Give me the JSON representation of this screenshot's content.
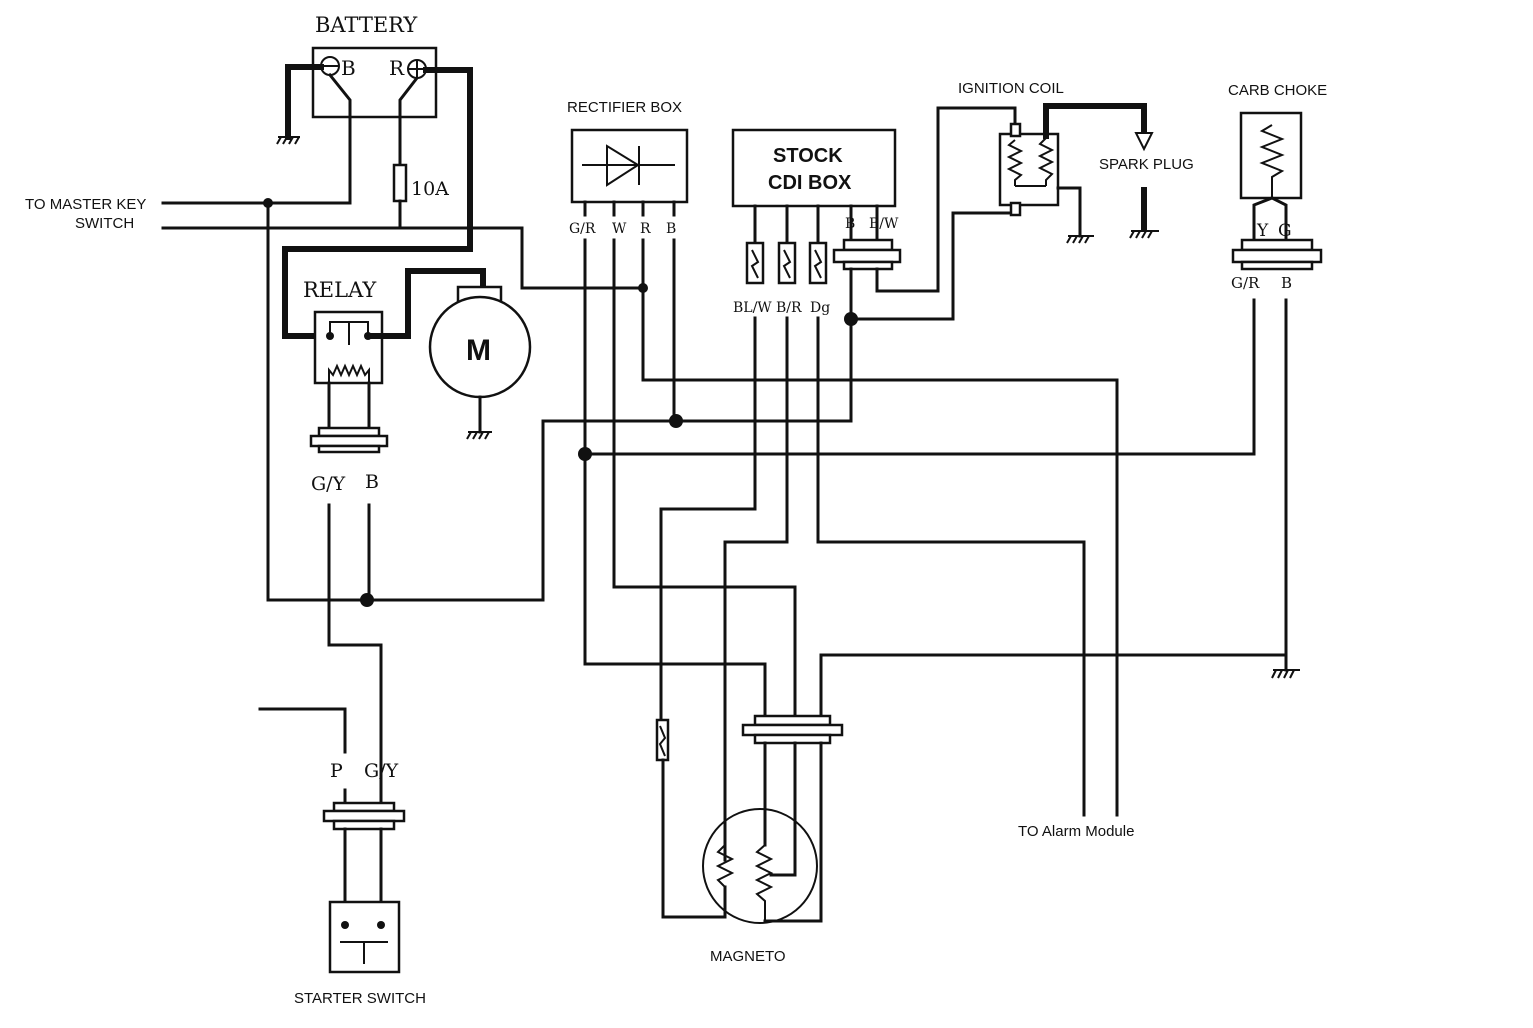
{
  "components": {
    "battery": {
      "title": "BATTERY",
      "neg_label": "B",
      "pos_label": "R"
    },
    "fuse": {
      "rating": "10A"
    },
    "relay": {
      "title": "RELAY",
      "wire1": "G/Y",
      "wire2": "B"
    },
    "motor": {
      "symbol": "M"
    },
    "rectifier": {
      "title": "RECTIFIER BOX",
      "pins": [
        "G/R",
        "W",
        "R",
        "B"
      ]
    },
    "cdi": {
      "line1": "STOCK",
      "line2": "CDI BOX",
      "pins_left": [
        "BL/W",
        "B/R",
        "Dg"
      ],
      "pins_right": [
        "B",
        "B/W"
      ]
    },
    "ignition_coil": {
      "title": "IGNITION COIL"
    },
    "spark_plug": {
      "title": "SPARK PLUG"
    },
    "carb_choke": {
      "title": "CARB CHOKE",
      "top_pins": [
        "Y",
        "G"
      ],
      "bottom_pins": [
        "G/R",
        "B"
      ]
    },
    "starter_switch": {
      "title": "STARTER SWITCH",
      "wire1": "P",
      "wire2": "G/Y"
    },
    "magneto": {
      "title": "MAGNETO"
    }
  },
  "labels": {
    "master_key_line1": "TO MASTER KEY",
    "master_key_line2": "SWITCH",
    "alarm_module": "TO Alarm Module"
  }
}
